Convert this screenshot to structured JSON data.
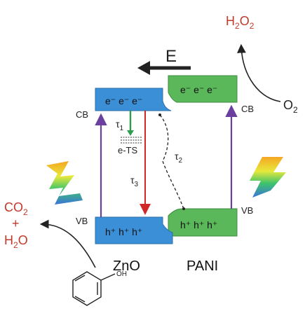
{
  "products_top": {
    "h2o2_main": "H",
    "h2o2_sub1": "2",
    "h2o2_mid": "O",
    "h2o2_sub2": "2"
  },
  "o2_label": {
    "main": "O",
    "sub": "2"
  },
  "field_label": "E",
  "zno": {
    "name": "ZnO",
    "cb_carriers": "e⁻ e⁻ e⁻",
    "vb_carriers": "h⁺ h⁺ h⁺",
    "cb_label": "CB",
    "vb_label": "VB",
    "band_color": "#3a8fd6"
  },
  "pani": {
    "name": "PANI",
    "cb_carriers": "e⁻ e⁻ e⁻",
    "vb_carriers": "h⁺ h⁺ h⁺",
    "cb_label": "CB",
    "vb_label": "VB",
    "band_color": "#5ab85a"
  },
  "tau1": {
    "main": "τ",
    "sub": "1"
  },
  "tau2": {
    "main": "τ",
    "sub": "2"
  },
  "tau3": {
    "main": "τ",
    "sub": "3"
  },
  "trap_label": "e-TS",
  "products_left": {
    "co2_main": "CO",
    "co2_sub": "2",
    "plus": "+",
    "h2o_main": "H",
    "h2o_sub": "2",
    "h2o_end": "O"
  },
  "phenol_oh": "OH",
  "colors": {
    "product_red": "#c0392b",
    "excitation_purple": "#6a3fa0",
    "relax_red": "#d02828",
    "trap_green": "#2e9e4e"
  }
}
